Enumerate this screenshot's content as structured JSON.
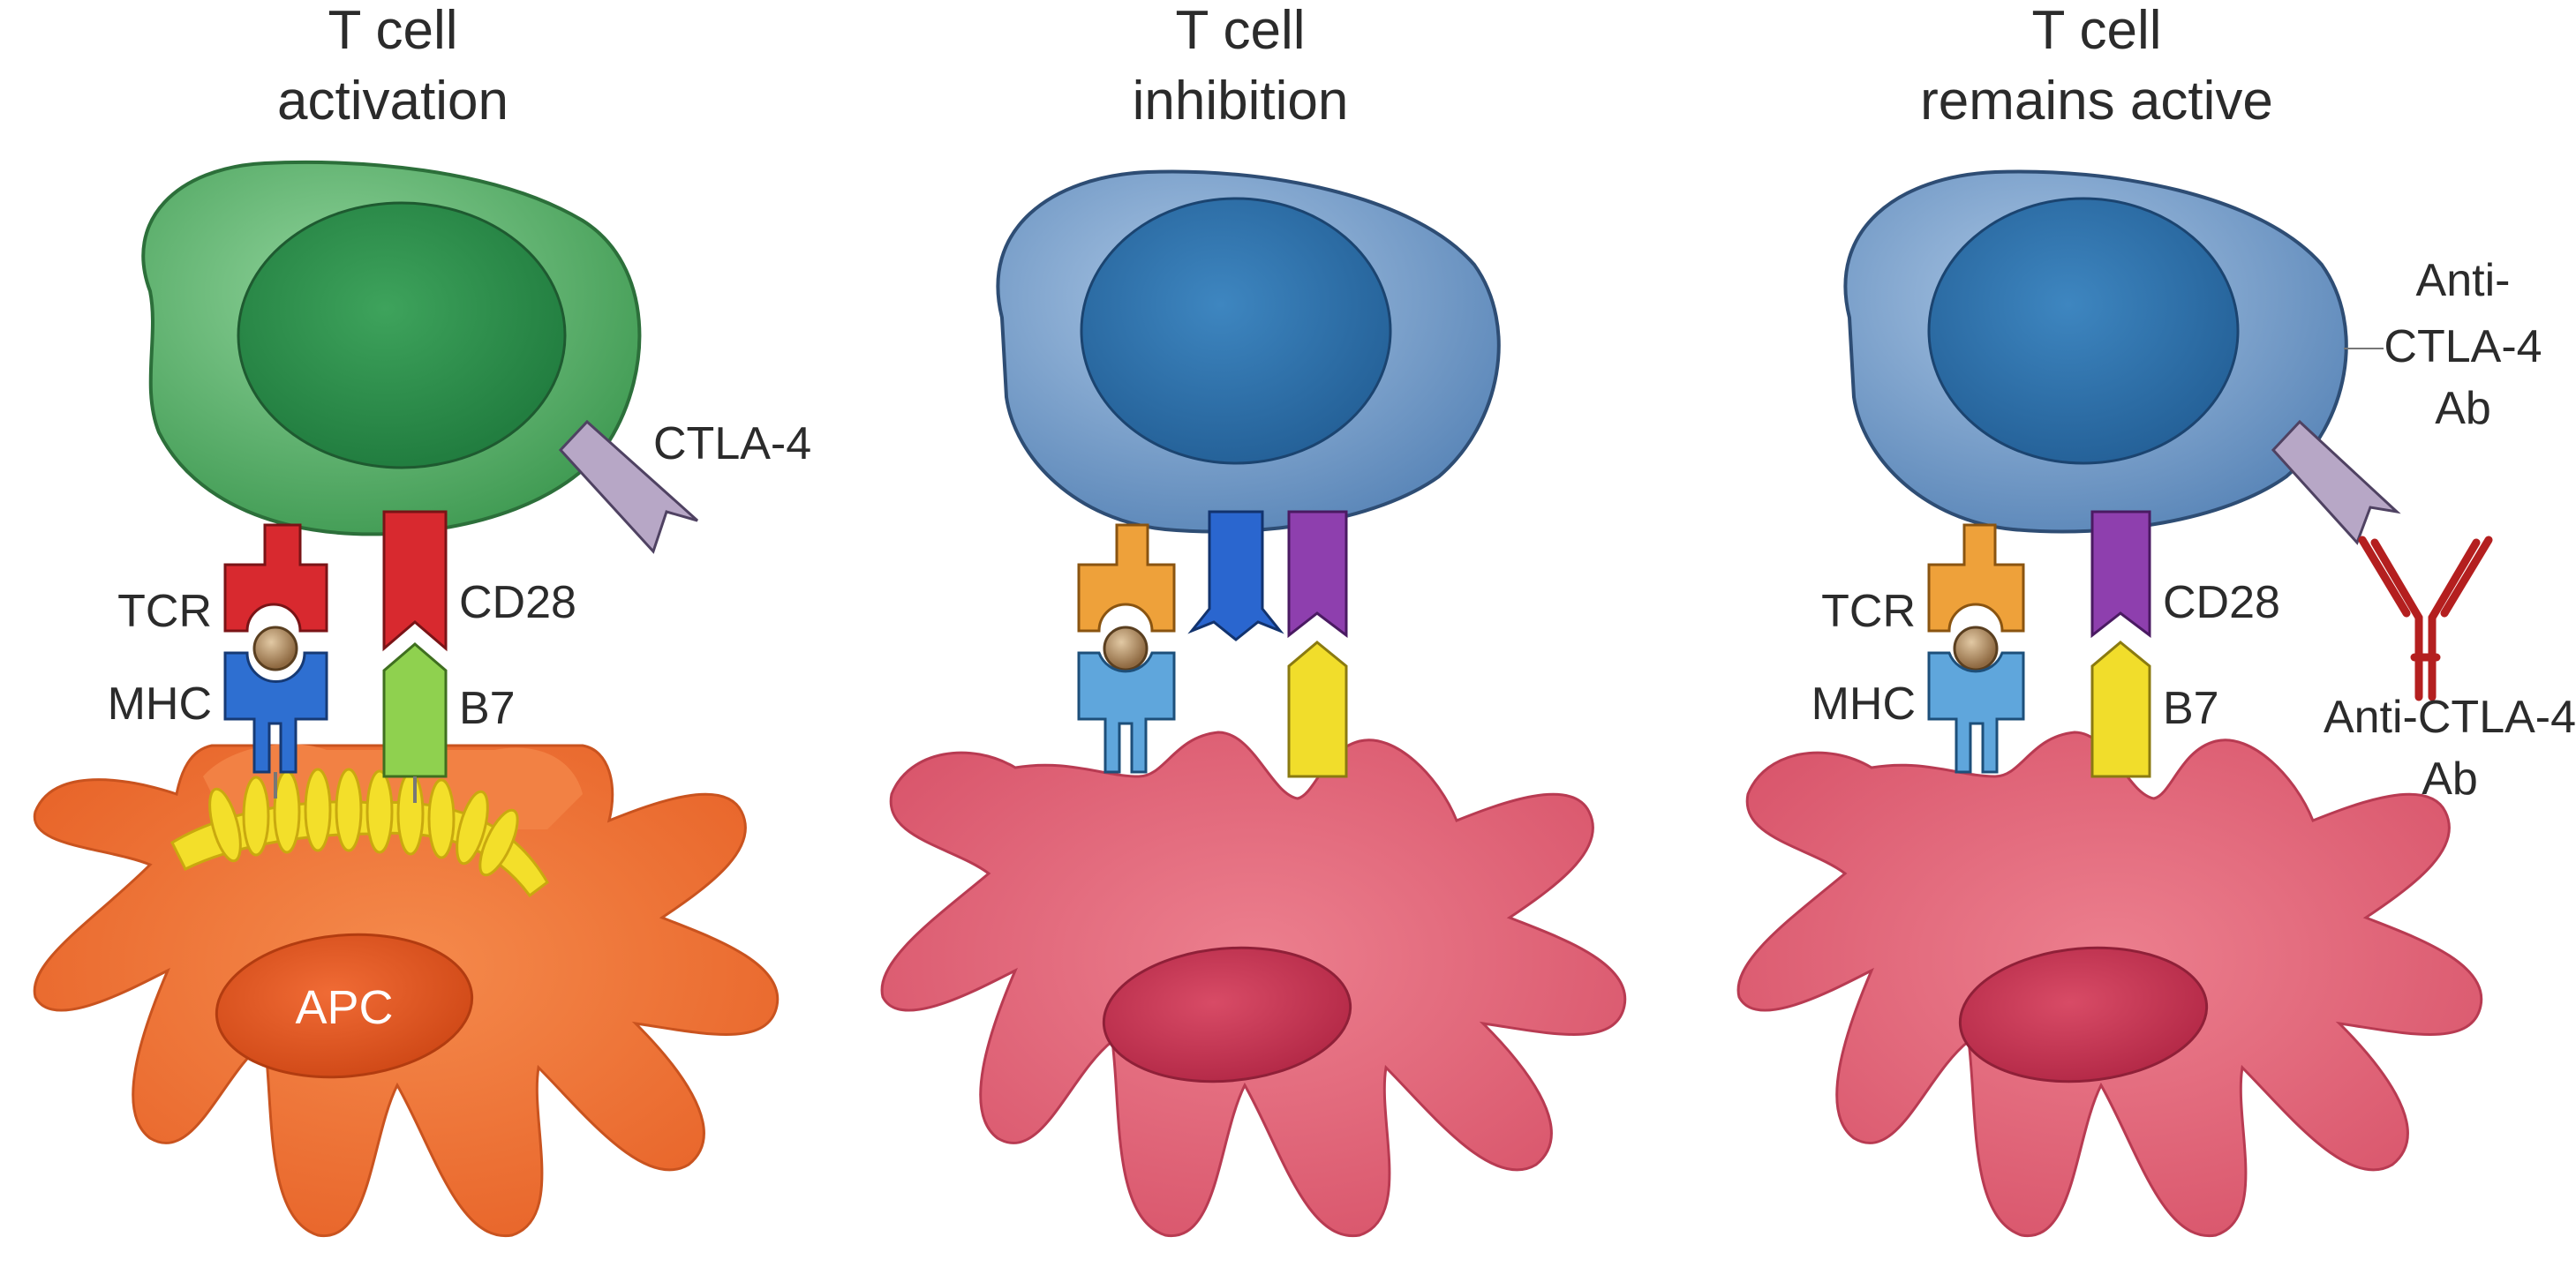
{
  "panels": [
    {
      "id": "activation",
      "title_line1": "T cell",
      "title_line2": "activation",
      "t_cell_color": "#4fa85e",
      "t_nucleus_color": "#2f8a49",
      "apc_color": "#f07a3c",
      "apc_nucleus_color": "#e0541f",
      "apc_label": "APC",
      "labels": {
        "tcr": "TCR",
        "mhc": "MHC",
        "cd28": "CD28",
        "b7": "B7",
        "ctla4": "CTLA-4"
      }
    },
    {
      "id": "inhibition",
      "title_line1": "T cell",
      "title_line2": "inhibition",
      "t_cell_color": "#6d97c4",
      "t_nucleus_color": "#3d73a8",
      "apc_color": "#e06478",
      "apc_nucleus_color": "#c63a55"
    },
    {
      "id": "remains-active",
      "title_line1": "T cell",
      "title_line2": "remains active",
      "t_cell_color": "#6d97c4",
      "t_nucleus_color": "#3d73a8",
      "apc_color": "#e06478",
      "apc_nucleus_color": "#c63a55",
      "labels": {
        "tcr": "TCR",
        "mhc": "MHC",
        "cd28": "CD28",
        "b7": "B7",
        "anti_ctla4_top_1": "Anti-",
        "anti_ctla4_top_2": "CTLA-4",
        "anti_ctla4_top_3": "Ab",
        "anti_ctla4_bottom_1": "Anti-CTLA-4",
        "anti_ctla4_bottom_2": "Ab"
      }
    }
  ],
  "colors": {
    "tcr_red": "#d8292f",
    "tcr_orange": "#eea13a",
    "cd28_red": "#d8292f",
    "cd28_purple": "#8e3fae",
    "mhc_blue": "#2e6fd1",
    "mhc_lightblue": "#5fa6dc",
    "b7_green": "#8fd14f",
    "b7_yellow": "#f1dd2b",
    "ctla4_grey": "#b7a7c6",
    "ctla4_blue": "#2a66cf",
    "peptide": "#b58a5c",
    "antibody_red": "#b41f1f",
    "synapse_yellow": "#f3df2a"
  }
}
